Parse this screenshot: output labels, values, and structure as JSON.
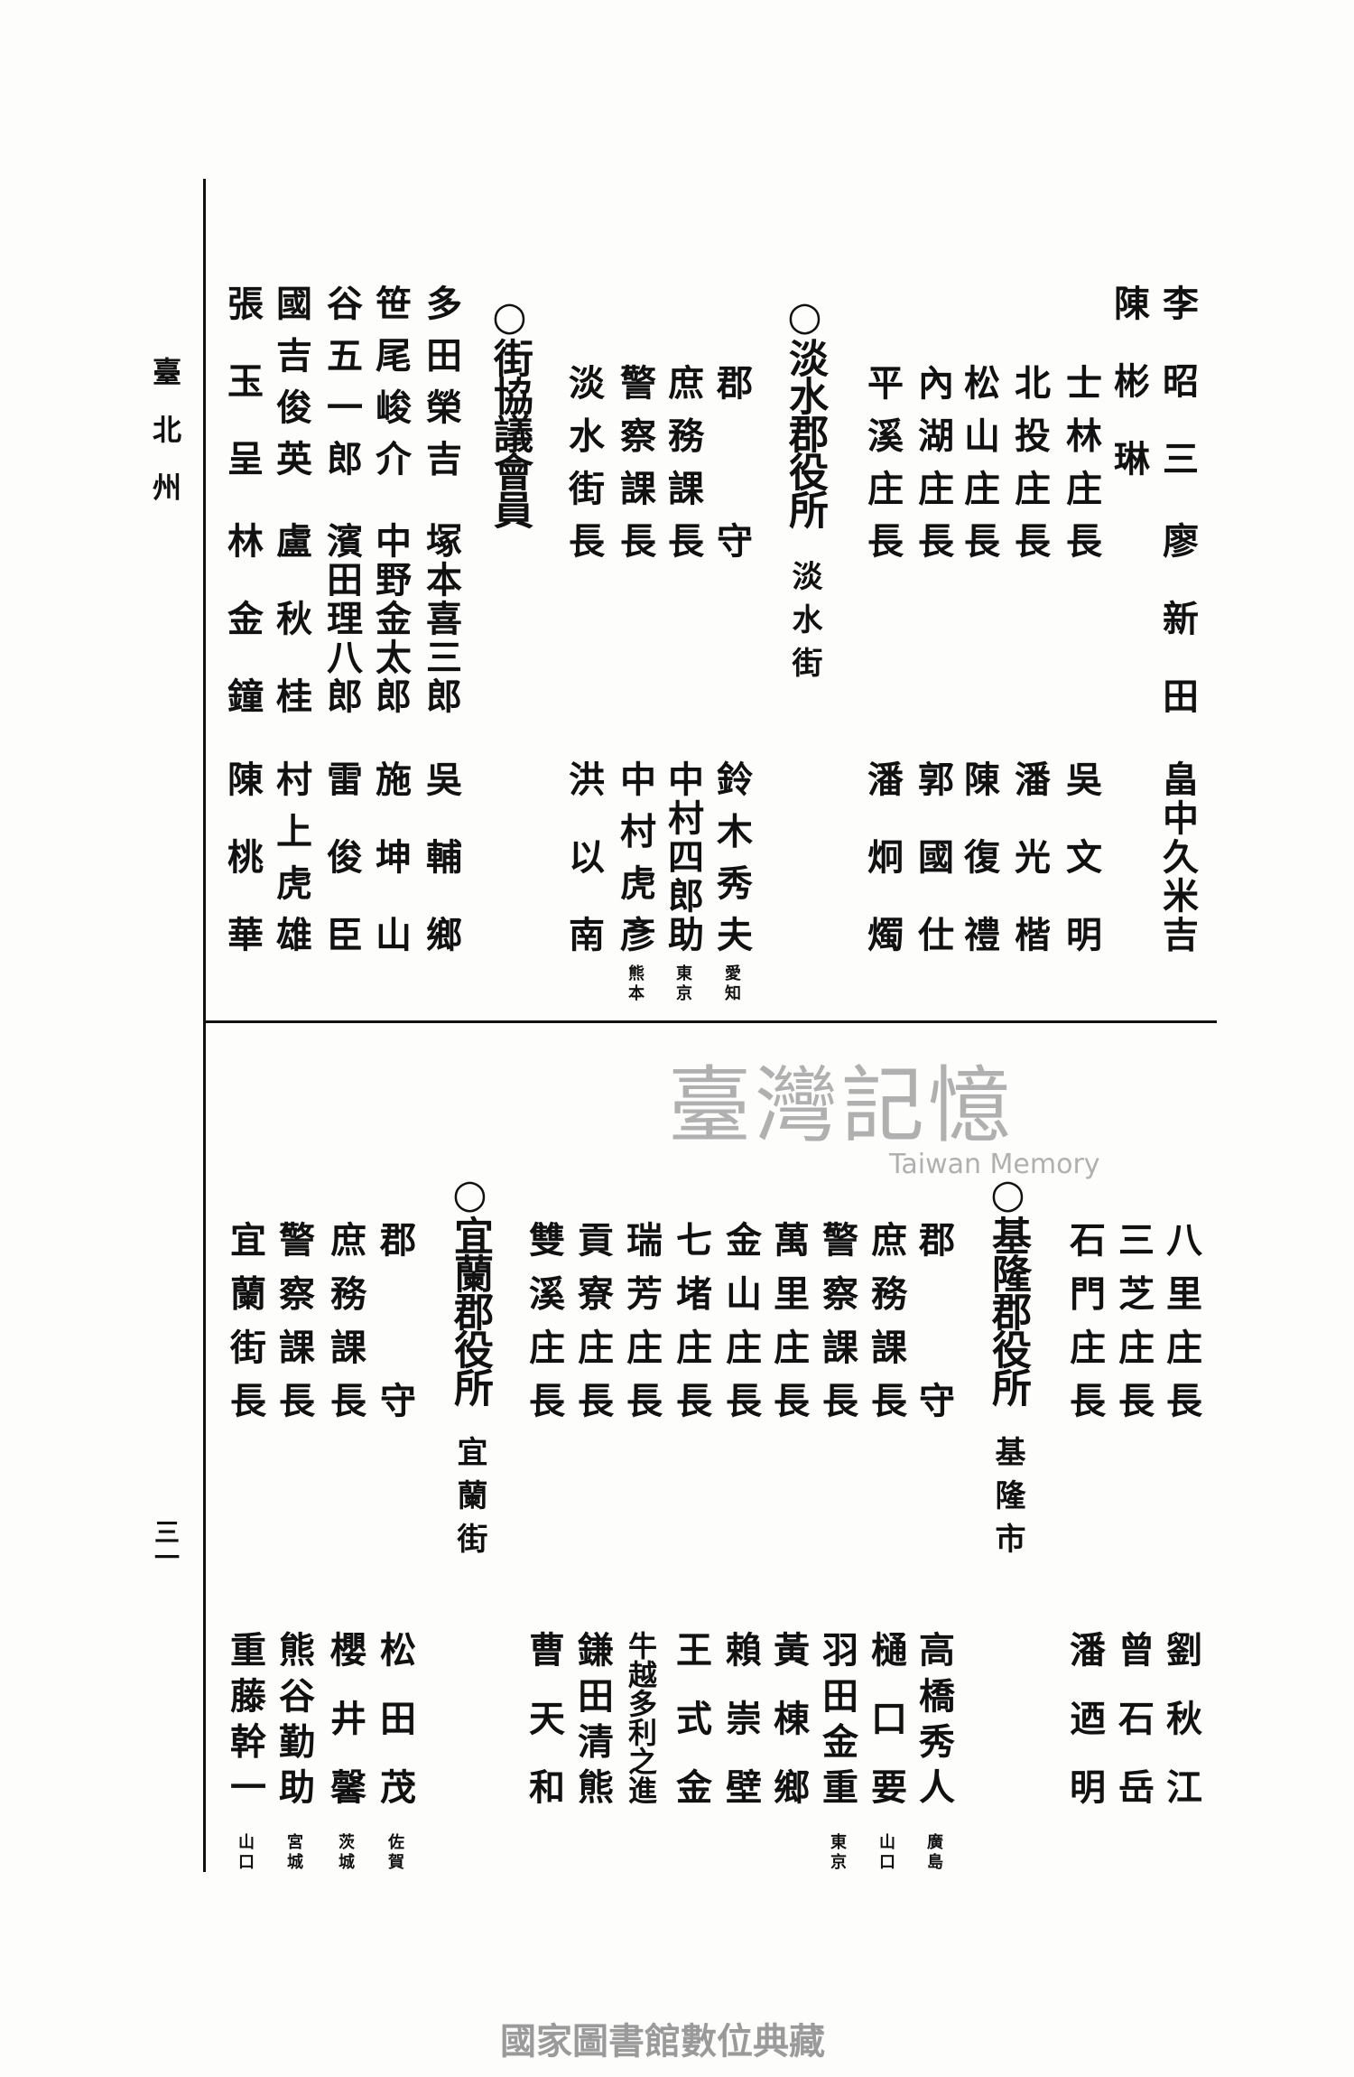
{
  "margin": {
    "prefecture": "臺北州",
    "page_number": "三一"
  },
  "top": {
    "continued_names": [
      "李昭三",
      "廖新田",
      "畠中久米吉"
    ],
    "continued_names_2": [
      "陳彬琳"
    ],
    "tamsui_village_heads": [
      {
        "title": "士林庄長",
        "name": "吳文明"
      },
      {
        "title": "北投庄長",
        "name": "潘光楷"
      },
      {
        "title": "松山庄長",
        "name": "陳復禮"
      },
      {
        "title": "內湖庄長",
        "name": "郭國仕"
      },
      {
        "title": "平溪庄長",
        "name": "潘炯燭"
      }
    ],
    "tamsui_office": {
      "header": "○淡水郡役所",
      "location": "淡水街"
    },
    "tamsui_officials": [
      {
        "title": "郡守",
        "name": "鈴木秀夫",
        "origin": "愛知"
      },
      {
        "title": "庶務課長",
        "name": "中村四郎助",
        "origin": "東京"
      },
      {
        "title": "警察課長",
        "name": "中村虎彥",
        "origin": "熊本"
      },
      {
        "title": "淡水街長",
        "name": "洪以南"
      }
    ],
    "council": {
      "header": "○街協議會員",
      "columns": [
        [
          "多田榮吉",
          "塚本喜三郎",
          "吳輔鄉"
        ],
        [
          "笹尾峻介",
          "中野金太郎",
          "施坤山"
        ],
        [
          "谷五一郎",
          "濱田理八郎",
          "雷俊臣"
        ],
        [
          "國吉俊英",
          "盧秋桂",
          "村上虎雄"
        ],
        [
          "張玉呈",
          "林金鐘",
          "陳桃華"
        ]
      ]
    }
  },
  "bottom": {
    "tamsui_village_heads_cont": [
      {
        "title": "八里庄長",
        "name": "劉秋江"
      },
      {
        "title": "三芝庄長",
        "name": "曾石岳"
      },
      {
        "title": "石門庄長",
        "name": "潘迺明"
      }
    ],
    "keelung_office": {
      "header": "○基隆郡役所",
      "location": "基隆市"
    },
    "keelung_officials": [
      {
        "title": "郡守",
        "name": "高橋秀人",
        "origin": "廣島"
      },
      {
        "title": "庶務課長",
        "name": "樋口要",
        "origin": "山口"
      },
      {
        "title": "警察課長",
        "name": "羽田金重",
        "origin": "東京"
      }
    ],
    "keelung_village_heads": [
      {
        "title": "萬里庄長",
        "name": "黃棟鄉"
      },
      {
        "title": "金山庄長",
        "name": "賴崇壁"
      },
      {
        "title": "七堵庄長",
        "name": "王式金"
      },
      {
        "title": "瑞芳庄長",
        "name": "牛越多利之進"
      },
      {
        "title": "貢寮庄長",
        "name": "鎌田清熊"
      },
      {
        "title": "雙溪庄長",
        "name": "曹天和"
      }
    ],
    "yilan_office": {
      "header": "○宜蘭郡役所",
      "location": "宜蘭街"
    },
    "yilan_officials": [
      {
        "title": "郡守",
        "name": "松田茂",
        "origin": "佐賀"
      },
      {
        "title": "庶務課長",
        "name": "櫻井馨",
        "origin": "茨城"
      },
      {
        "title": "警察課長",
        "name": "熊谷勤助",
        "origin": "宮城"
      },
      {
        "title": "宜蘭街長",
        "name": "重藤幹一",
        "origin": "山口"
      }
    ]
  },
  "watermark": {
    "title": "臺灣記憶",
    "subtitle": "Taiwan Memory"
  },
  "footer": {
    "collection": "國家圖書館數位典藏"
  }
}
